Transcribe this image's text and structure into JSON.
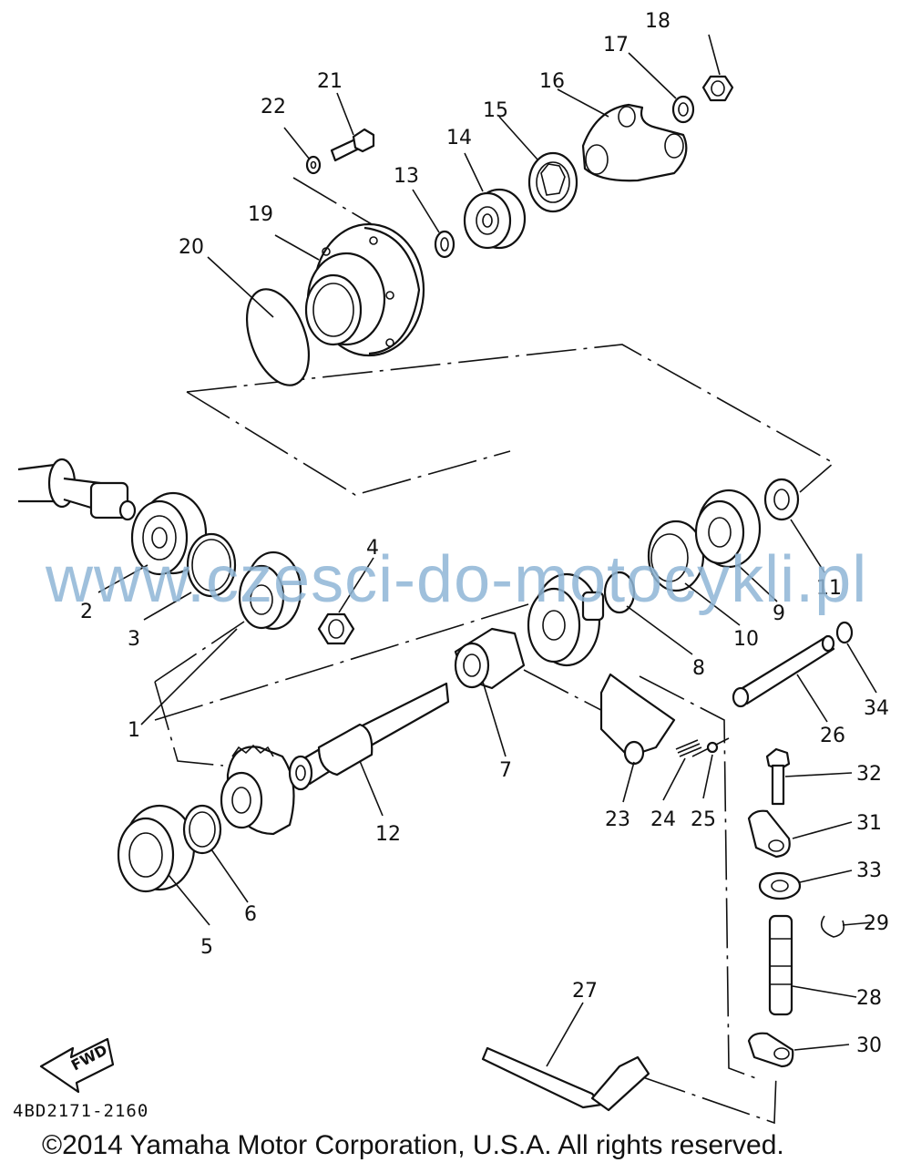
{
  "diagram": {
    "watermark": "www.czesci-do-motocykli.pl",
    "drawing_code": "4BD2171-2160",
    "copyright": "©2014 Yamaha Motor Corporation, U.S.A. All rights reserved.",
    "fwd_label": "FWD",
    "labels": [
      "1",
      "2",
      "3",
      "4",
      "5",
      "6",
      "7",
      "8",
      "9",
      "10",
      "11",
      "12",
      "13",
      "14",
      "15",
      "16",
      "17",
      "18",
      "19",
      "20",
      "21",
      "22",
      "23",
      "24",
      "25",
      "26",
      "27",
      "28",
      "29",
      "30",
      "31",
      "32",
      "33",
      "34"
    ]
  }
}
